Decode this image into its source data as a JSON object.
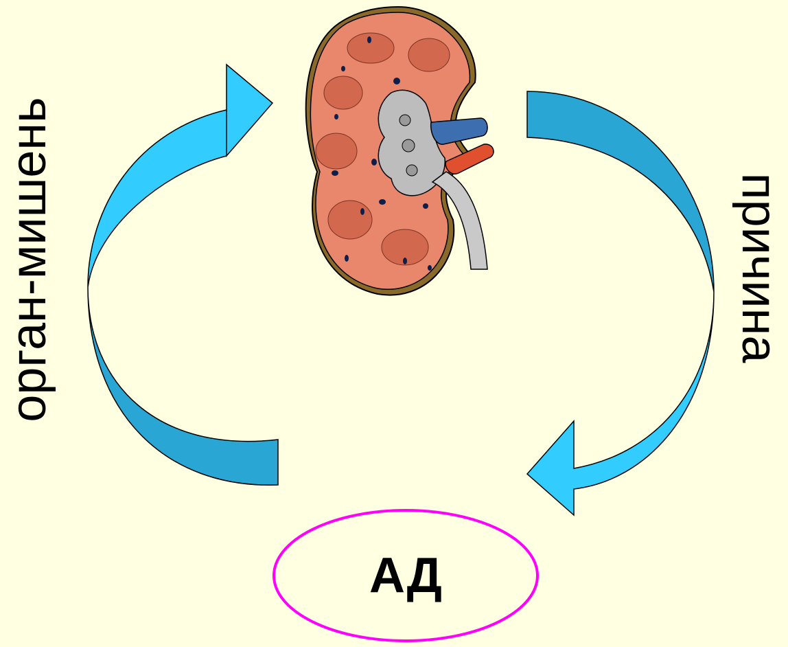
{
  "labels": {
    "left": "орган-мишень",
    "right": "причина",
    "center": "АД"
  },
  "colors": {
    "background": "#ffffe1",
    "arrow_light": "#33ccff",
    "arrow_dark": "#2aa6d4",
    "ellipse_stroke": "#ff00ff",
    "kidney_cortex": "#e8876b",
    "pelvis": "#bdbdbd",
    "vein": "#3d6fb0",
    "artery": "#e0502e"
  },
  "icons": [
    "kidney-illustration",
    "curved-arrow-left",
    "curved-arrow-right",
    "ad-ellipse"
  ]
}
